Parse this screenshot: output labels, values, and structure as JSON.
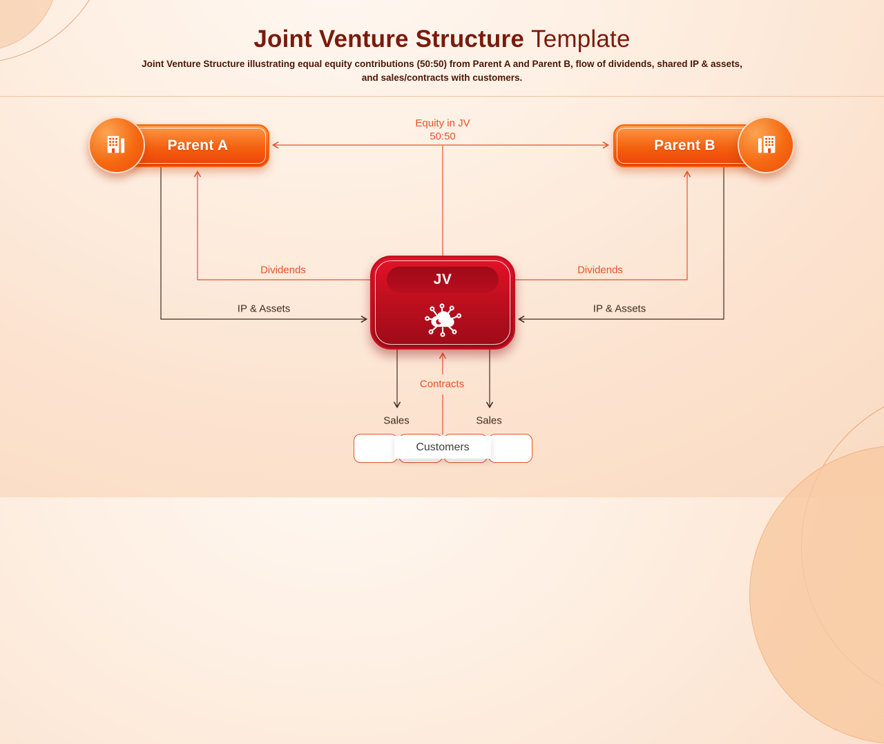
{
  "slide": {
    "title_bold": "Joint Venture Structure",
    "title_light": "Template",
    "subtitle": "Joint Venture Structure illustrating equal equity contributions (50:50) from Parent A and Parent B, flow of dividends, shared IP & assets, and sales/contracts with customers."
  },
  "nodes": {
    "parent_a": {
      "label": "Parent A",
      "icon": "building-icon"
    },
    "parent_b": {
      "label": "Parent B",
      "icon": "building-icon"
    },
    "jv": {
      "label": "JV",
      "icon": "cloud-network-icon"
    },
    "customers": {
      "label": "Customers"
    }
  },
  "edges": {
    "equity": {
      "label_line1": "Equity in JV",
      "label_line2": "50:50"
    },
    "dividends_left": "Dividends",
    "dividends_right": "Dividends",
    "ip_assets_left": "IP & Assets",
    "ip_assets_right": "IP & Assets",
    "contracts": "Contracts",
    "sales_left": "Sales",
    "sales_right": "Sales"
  },
  "colors": {
    "title_maroon": "#7a1b0c",
    "subtitle_text": "#4b1604",
    "accent_orange": "#e8502a",
    "dark_line": "#3d2c20",
    "parent_gradient_top": "#fb9a49",
    "parent_gradient_bottom": "#ec4209",
    "jv_gradient_top": "#e41228",
    "jv_gradient_bottom": "#9c0b18",
    "background_peach": "#fce3d0"
  }
}
